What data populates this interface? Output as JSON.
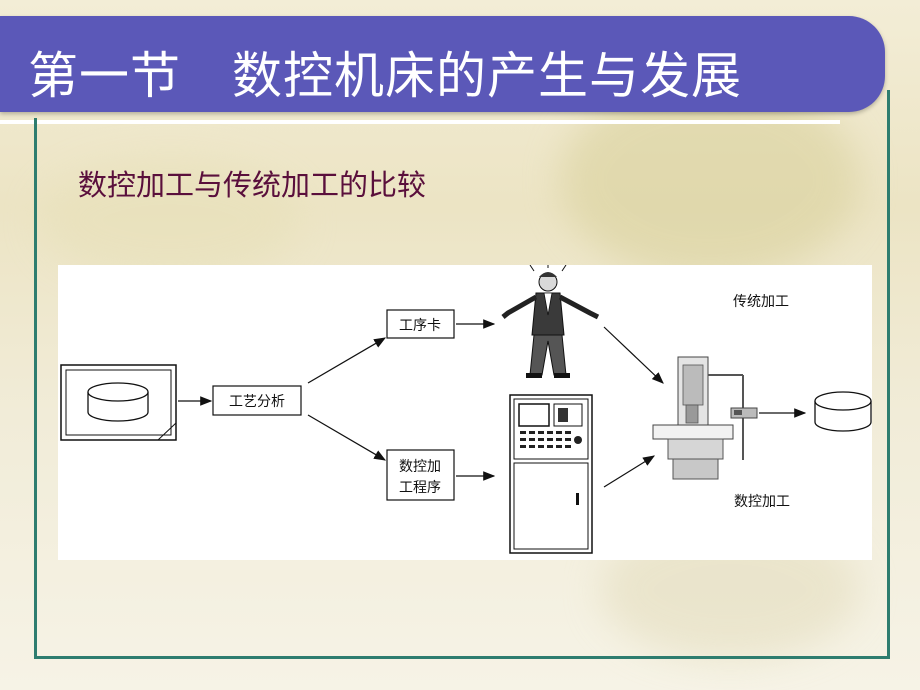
{
  "title": "第一节　数控机床的产生与发展",
  "subtitle": "数控加工与传统加工的比较",
  "diagram": {
    "process_analysis": "工艺分析",
    "process_card": "工序卡",
    "nc_program_line1": "数控加",
    "nc_program_line2": "工程序",
    "traditional_label": "传统加工",
    "nc_label": "数控加工"
  },
  "icons": [
    "drawing-sheet-icon",
    "workpiece-cylinder-icon",
    "worker-icon",
    "cnc-controller-icon",
    "milling-machine-icon",
    "finished-part-cylinder-icon"
  ],
  "colors": {
    "title_bar": "#5b58b8",
    "subtitle_text": "#5a0f3c",
    "frame": "#2e7d6f"
  }
}
